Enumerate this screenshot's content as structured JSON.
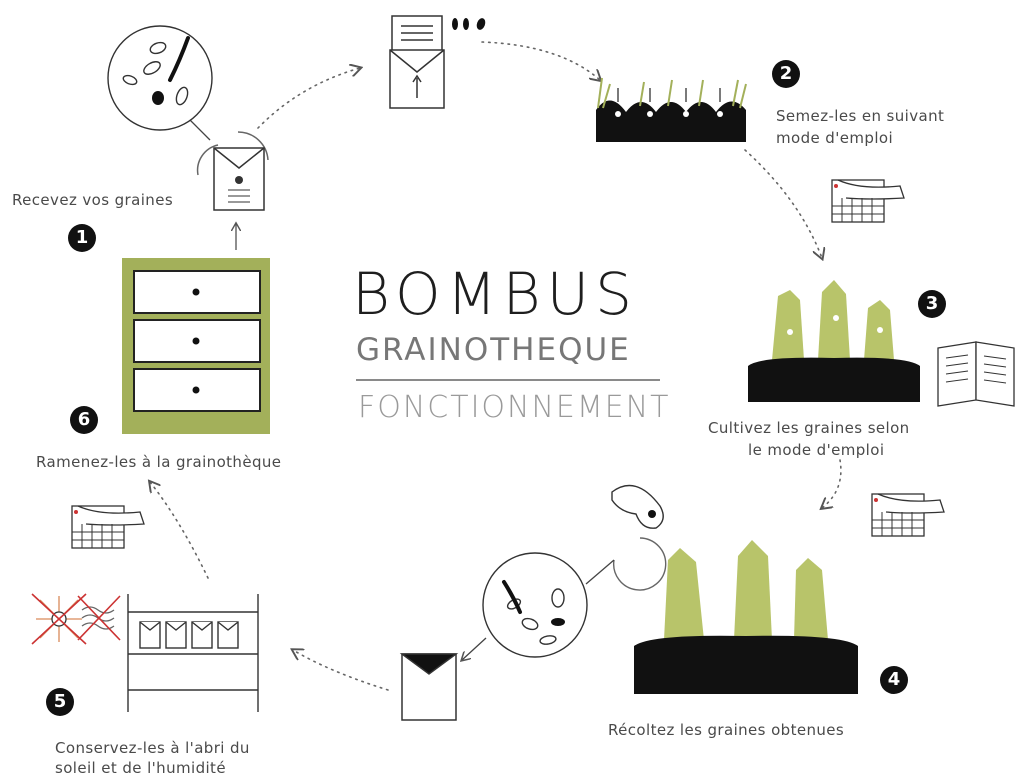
{
  "title": {
    "main": "BOMBUS",
    "sub": "GRAINOTHEQUE",
    "sub2": "FONCTIONNEMENT"
  },
  "steps": [
    {
      "number": "1",
      "label": "Recevez vos graines"
    },
    {
      "number": "2",
      "label_line1": "Semez-les en suivant",
      "label_line2": "mode d'emploi"
    },
    {
      "number": "3",
      "label_line1": "Cultivez les graines selon",
      "label_line2": "le mode d'emploi"
    },
    {
      "number": "4",
      "label": "Récoltez les graines obtenues"
    },
    {
      "number": "5",
      "label_line1": "Conservez-les à l'abri du",
      "label_line2": "soleil et de l'humidité"
    },
    {
      "number": "6",
      "label": "Ramenez-les à la grainothèque"
    }
  ],
  "colors": {
    "accent_green": "#a3b05a",
    "plant_green": "#b8c46a",
    "ink": "#111111",
    "text": "#4a4a4a"
  },
  "icons": [
    "seed-library-cabinet-icon",
    "seed-envelope-icon",
    "seeds-magnifier-icon",
    "letter-envelope-icon",
    "seed-tray-icon",
    "calendar-icon",
    "growing-plants-icon",
    "booklet-icon",
    "harvest-hand-icon",
    "harvested-seeds-magnifier-icon",
    "seed-packet-icon",
    "no-sun-icon",
    "no-humidity-icon",
    "storage-shelf-icon"
  ]
}
